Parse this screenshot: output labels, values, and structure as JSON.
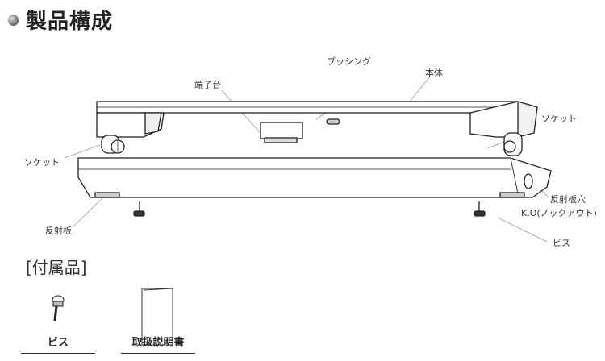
{
  "title": "製品構成",
  "labels": {
    "bushing": "ブッシング",
    "body": "本体",
    "terminal_block": "端子台",
    "socket_right": "ソケット",
    "socket_left": "ソケット",
    "reflector_hole": "反射板穴",
    "knockout": "K.O(ノックアウト)",
    "reflector": "反射板",
    "screw": "ビス"
  },
  "accessories": {
    "heading": "[付属品]",
    "items": [
      {
        "label": "ビス",
        "icon": "screw-icon"
      },
      {
        "label": "取扱説明書",
        "icon": "manual-icon"
      }
    ]
  }
}
